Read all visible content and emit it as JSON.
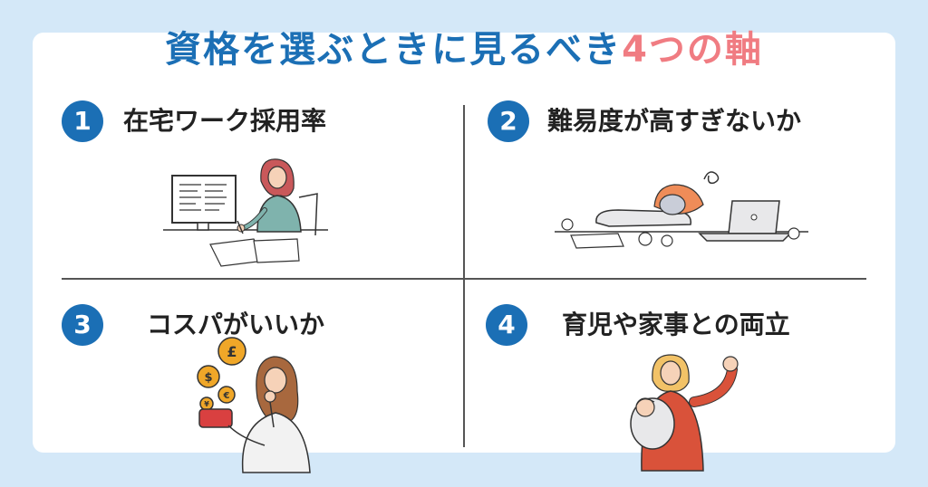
{
  "title": {
    "main": "資格を選ぶときに見るべき",
    "accent": "4つの軸"
  },
  "colors": {
    "background": "#d4e8f8",
    "card": "#ffffff",
    "brand_blue": "#1b6fb5",
    "accent_pink": "#f07c82",
    "text": "#222222"
  },
  "sections": [
    {
      "number": "1",
      "heading": "在宅ワーク採用率",
      "illustration": "woman-working-at-computer"
    },
    {
      "number": "2",
      "heading": "難易度が高すぎないか",
      "illustration": "tired-woman-on-laptop"
    },
    {
      "number": "3",
      "heading": "コスパがいいか",
      "illustration": "woman-thinking-about-money"
    },
    {
      "number": "4",
      "heading": "育児や家事との両立",
      "illustration": "mother-holding-baby"
    }
  ],
  "coins": [
    "£",
    "$",
    "€",
    "¥"
  ]
}
